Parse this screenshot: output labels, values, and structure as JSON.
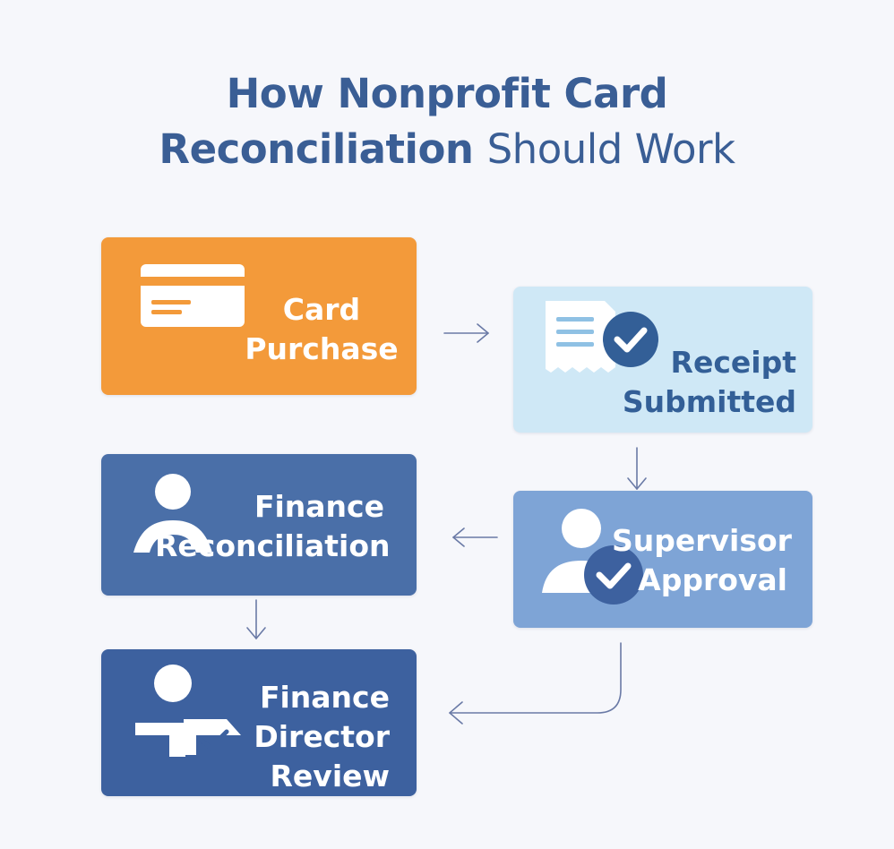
{
  "title": {
    "line1": "How Nonprofit Card",
    "line2_bold": "Reconciliation",
    "line2_light": "Should Work"
  },
  "nodes": {
    "card_purchase": {
      "line1": "Card",
      "line2": "Purchase",
      "icon": "credit-card-icon"
    },
    "receipt_submitted": {
      "line1": "Receipt",
      "line2": "Submitted",
      "icon": "receipt-check-icon"
    },
    "finance_reconciliation": {
      "line1": "Finance",
      "line2": "Reconciliation",
      "icon": "person-icon"
    },
    "supervisor_approval": {
      "line1": "Supervisor",
      "line2": "Approval",
      "icon": "person-check-icon"
    },
    "finance_director_review": {
      "line1": "Finance",
      "line2": "Director",
      "line3": "Review",
      "icon": "person-document-icon"
    }
  },
  "colors": {
    "title": "#3a5e95",
    "card_purchase": "#f39a3a",
    "receipt_submitted": "#cfe8f6",
    "finance_reconciliation": "#4a6fa8",
    "supervisor_approval": "#7ea4d6",
    "finance_director_review": "#3d619f",
    "connector": "#6a7aa6"
  }
}
